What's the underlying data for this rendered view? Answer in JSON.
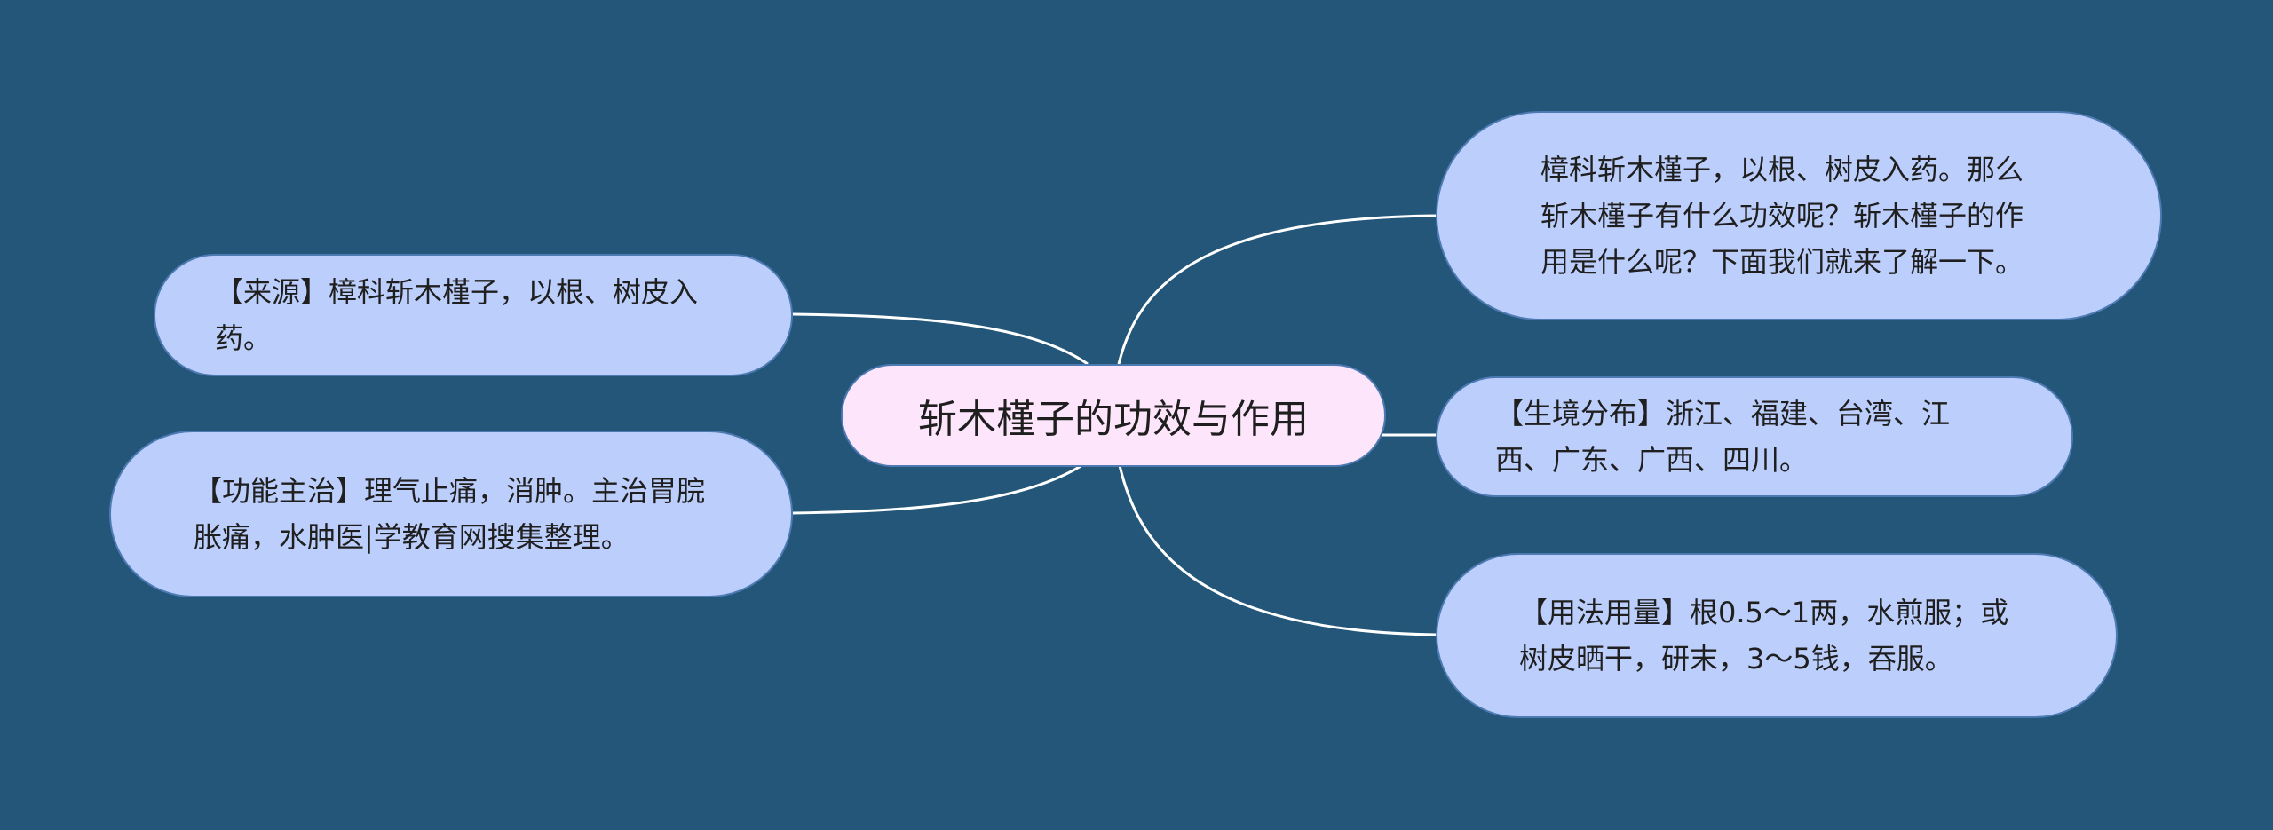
{
  "diagram": {
    "type": "mind-map",
    "colors": {
      "background": "#235679",
      "center_fill": "#fde6fb",
      "branch_fill": "#bccffc",
      "connector": "#ffffff",
      "text": "#1f1f1f"
    },
    "center": {
      "label": "斩木槿子的功效与作用"
    },
    "branches": {
      "intro": {
        "side": "right",
        "text": "樟科斩木槿子，以根、树皮入药。那么斩木槿子有什么功效呢？斩木槿子的作用是什么呢？下面我们就来了解一下。"
      },
      "habitat": {
        "side": "right",
        "text": "【生境分布】浙江、福建、台湾、江西、广东、广西、四川。"
      },
      "usage": {
        "side": "right",
        "text": "【用法用量】根0.5～1两，水煎服；或树皮晒干，研末，3～5钱，吞服。"
      },
      "source": {
        "side": "left",
        "text": "【来源】樟科斩木槿子，以根、树皮入药。"
      },
      "function": {
        "side": "left",
        "text": "【功能主治】理气止痛，消肿。主治胃脘胀痛，水肿医|学教育网搜集整理。"
      }
    }
  }
}
